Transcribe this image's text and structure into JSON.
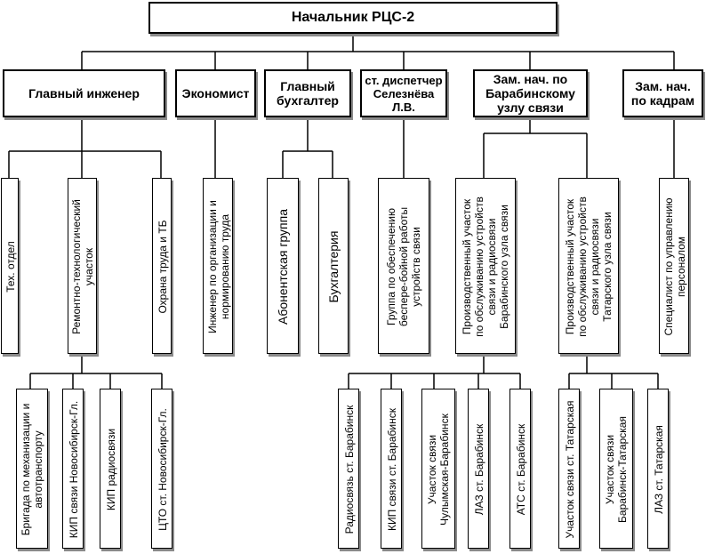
{
  "top": {
    "title": "Начальник  РЦС-2"
  },
  "level2": [
    {
      "label": "Главный инженер"
    },
    {
      "label": "Экономист"
    },
    {
      "label": "Главный\nбухгалтер"
    },
    {
      "label": "ст. диспетчер\nСелезнёва\nЛ.В."
    },
    {
      "label": "Зам. нач. по\nБарабинскому\nузлу связи"
    },
    {
      "label": "Зам. нач.\nпо кадрам"
    }
  ],
  "level3": [
    {
      "label": "Тех. отдел"
    },
    {
      "label": "Ремонтно-технологический\nучасток"
    },
    {
      "label": "Охрана труда и ТБ"
    },
    {
      "label": "Инженер по организации и\nнормированию труда"
    },
    {
      "label": "Абонентская группа"
    },
    {
      "label": "Бухгалтерия"
    },
    {
      "label": "Группа по обеспечению\nбеспере-бойной работы\nустройств связи"
    },
    {
      "label": "Производственный участок\nпо обслуживанию устройств\nсвязи и радиосвязи\nБарабинского узла связи"
    },
    {
      "label": "Производственный участок\nпо обслуживанию устройств\nсвязи и радиосвязи\nТатарского узла связи"
    },
    {
      "label": "Специалист по управлению\nперсоналом"
    }
  ],
  "level4": [
    {
      "label": "Бригада по механизации и\nавтотранспорту"
    },
    {
      "label": "КИП связи Новосибирск-Гл."
    },
    {
      "label": "КИП радиосвязи"
    },
    {
      "label": "ЦТО ст. Новосибирск-Гл."
    },
    {
      "label": "Радиосвязь ст. Барабинск"
    },
    {
      "label": "КИП связи ст. Барабинск"
    },
    {
      "label": "Участок связи\nЧулымская-Барабинск"
    },
    {
      "label": "ЛАЗ ст. Барабинск"
    },
    {
      "label": "АТС ст. Барабинск"
    },
    {
      "label": "Участок связи ст. Татарская"
    },
    {
      "label": "Участок связи\nБарабинск-Татарская"
    },
    {
      "label": "ЛАЗ ст. Татарская"
    }
  ]
}
